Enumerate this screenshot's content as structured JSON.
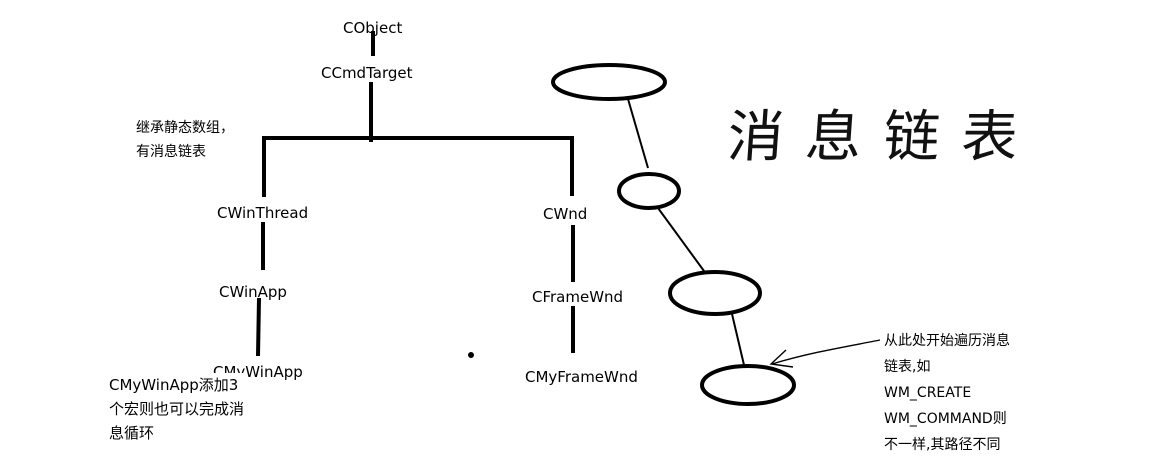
{
  "nodes": {
    "cobject": "CObject",
    "ccmdtarget": "CCmdTarget",
    "cwinthread": "CWinThread",
    "cwinapp": "CWinApp",
    "cmywinapp": "CMyWinApp",
    "cwnd": "CWnd",
    "cframewnd": "CFrameWnd",
    "cmyframewnd": "CMyFrameWnd"
  },
  "notes": {
    "inherit": [
      "继承静态数组，",
      "有消息链表"
    ],
    "mywinapp": [
      "CMyWinApp添加3",
      "个宏则也可以完成消",
      "息循环"
    ],
    "traverse": [
      "从此处开始遍历消息",
      "链表,如",
      "WM_CREATE",
      "WM_COMMAND则",
      "不一样,其路径不同"
    ]
  },
  "title": "消息链表",
  "colors": {
    "line": "#000000",
    "background": "#ffffff"
  }
}
